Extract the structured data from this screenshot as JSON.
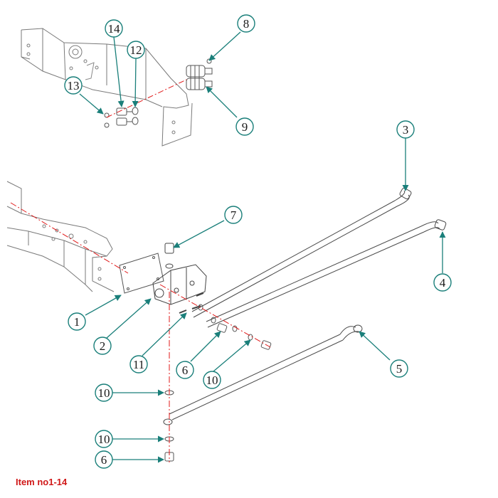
{
  "caption": "Item no1-14",
  "colors": {
    "callout": "#1a7f7a",
    "caption": "#d01818",
    "centerline": "#e01818",
    "line": "#6a6a6a"
  },
  "callouts": [
    {
      "id": "c14",
      "label": "14"
    },
    {
      "id": "c12",
      "label": "12"
    },
    {
      "id": "c13",
      "label": "13"
    },
    {
      "id": "c8",
      "label": "8"
    },
    {
      "id": "c9",
      "label": "9"
    },
    {
      "id": "c3",
      "label": "3"
    },
    {
      "id": "c7",
      "label": "7"
    },
    {
      "id": "c4",
      "label": "4"
    },
    {
      "id": "c1",
      "label": "1"
    },
    {
      "id": "c2",
      "label": "2"
    },
    {
      "id": "c11",
      "label": "11"
    },
    {
      "id": "c6a",
      "label": "6"
    },
    {
      "id": "c10a",
      "label": "10"
    },
    {
      "id": "c5",
      "label": "5"
    },
    {
      "id": "c10b",
      "label": "10"
    },
    {
      "id": "c10c",
      "label": "10"
    },
    {
      "id": "c6b",
      "label": "6"
    }
  ]
}
